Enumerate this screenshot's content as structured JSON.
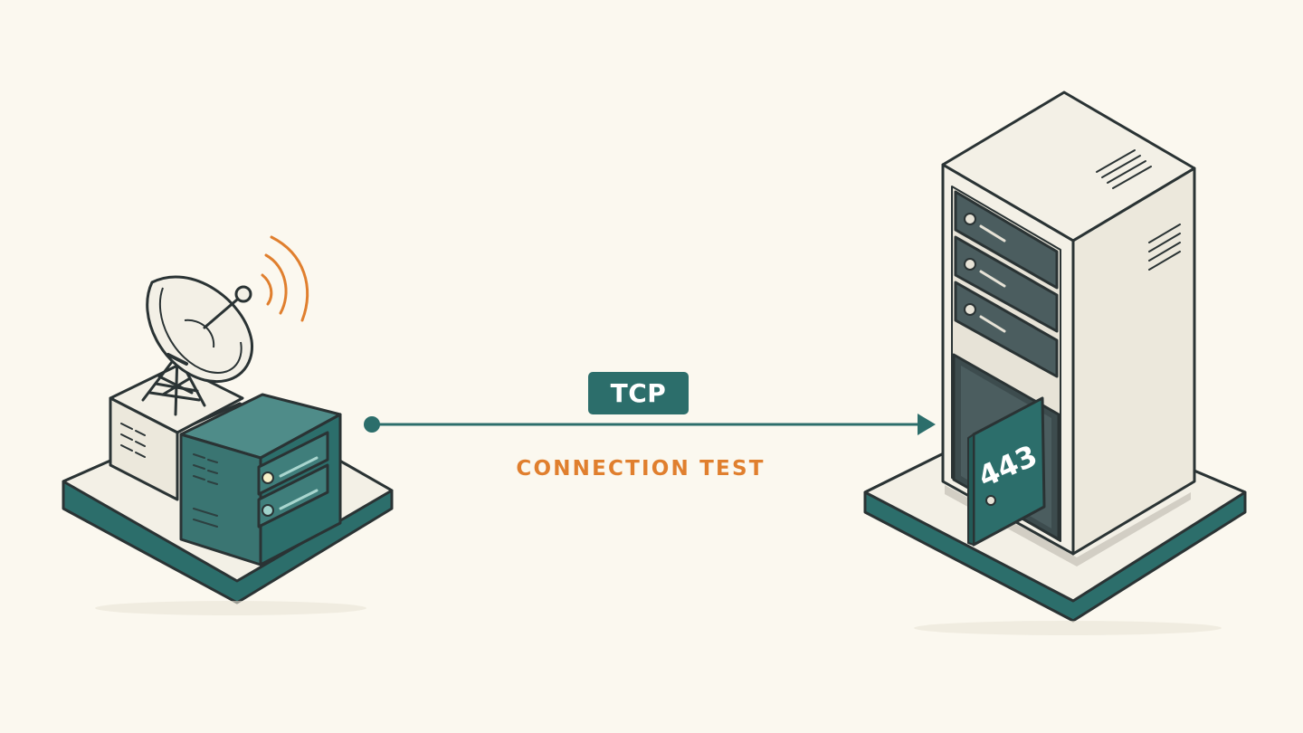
{
  "diagram": {
    "protocol_badge": "TCP",
    "connection_label": "CONNECTION TEST",
    "server_port": "443"
  },
  "colors": {
    "background": "#FBF8EF",
    "teal": "#2C6E6B",
    "teal_dark": "#235A57",
    "orange": "#E07F2E",
    "outline": "#2A3334",
    "panel_light": "#F3F0E6",
    "panel_shade": "#E4E1D6",
    "slot_dark": "#4B5D5F"
  }
}
